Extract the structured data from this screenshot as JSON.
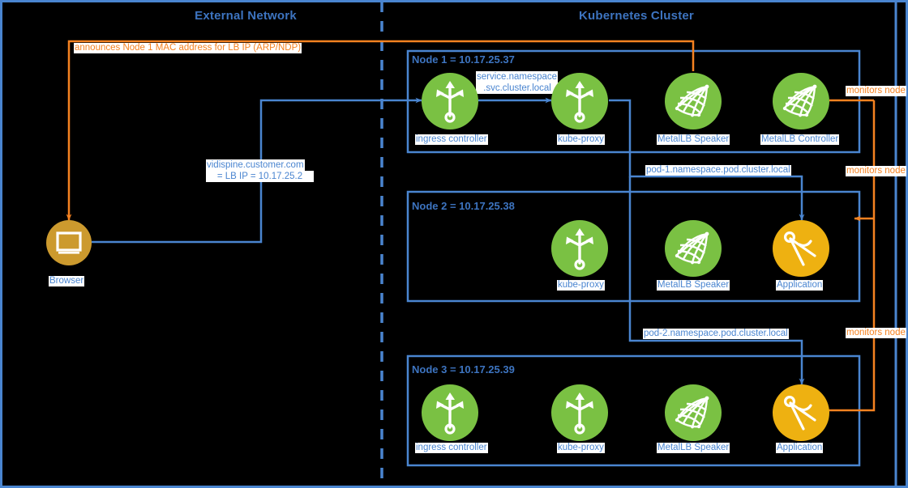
{
  "diagram": {
    "title_external": "External Network",
    "title_cluster": "Kubernetes Cluster",
    "colors": {
      "background": "#000000",
      "blue": "#4a85d0",
      "blue_dark": "#3d74c0",
      "orange": "#f58220",
      "green": "#7ac143",
      "gold": "#eeb111",
      "bronze": "#cc9a2e",
      "label_bg": "#ffffff"
    }
  },
  "external": {
    "browser_label": "Browser",
    "browser_icon": "monitor-icon"
  },
  "nodes": [
    {
      "title": "Node 1 = 10.17.25.37",
      "components": [
        {
          "label": "ingress controller",
          "icon": "routing-arrows-icon",
          "color": "green"
        },
        {
          "label": "kube-proxy",
          "icon": "routing-arrows-icon",
          "color": "green"
        },
        {
          "label": "MetalLB Speaker",
          "icon": "mesh-net-icon",
          "color": "green"
        },
        {
          "label": "MetalLB Controller",
          "icon": "mesh-net-icon",
          "color": "green"
        }
      ]
    },
    {
      "title": "Node 2 = 10.17.25.38",
      "components": [
        {
          "label": "kube-proxy",
          "icon": "routing-arrows-icon",
          "color": "green"
        },
        {
          "label": "MetalLB Speaker",
          "icon": "mesh-net-icon",
          "color": "green"
        },
        {
          "label": "Application",
          "icon": "compass-icon",
          "color": "gold"
        }
      ]
    },
    {
      "title": "Node 3 = 10.17.25.39",
      "components": [
        {
          "label": "ingress controller",
          "icon": "routing-arrows-icon",
          "color": "green"
        },
        {
          "label": "kube-proxy",
          "icon": "routing-arrows-icon",
          "color": "green"
        },
        {
          "label": "MetalLB Speaker",
          "icon": "mesh-net-icon",
          "color": "green"
        },
        {
          "label": "Application",
          "icon": "compass-icon",
          "color": "gold"
        }
      ]
    }
  ],
  "edge_labels": {
    "announce": "announces Node 1 MAC address for LB IP (ARP/NDP)",
    "lb_line1": "vidispine.customer.com",
    "lb_line2": "= LB IP = 10.17.25.2",
    "svc_line1": "service.namespace",
    "svc_line2": ".svc.cluster.local",
    "pod1": "pod-1.namespace.pod.cluster.local",
    "pod2": "pod-2.namespace.pod.cluster.local",
    "monitors_1": "monitors node",
    "monitors_2": "monitors node",
    "monitors_3": "monitors node"
  }
}
